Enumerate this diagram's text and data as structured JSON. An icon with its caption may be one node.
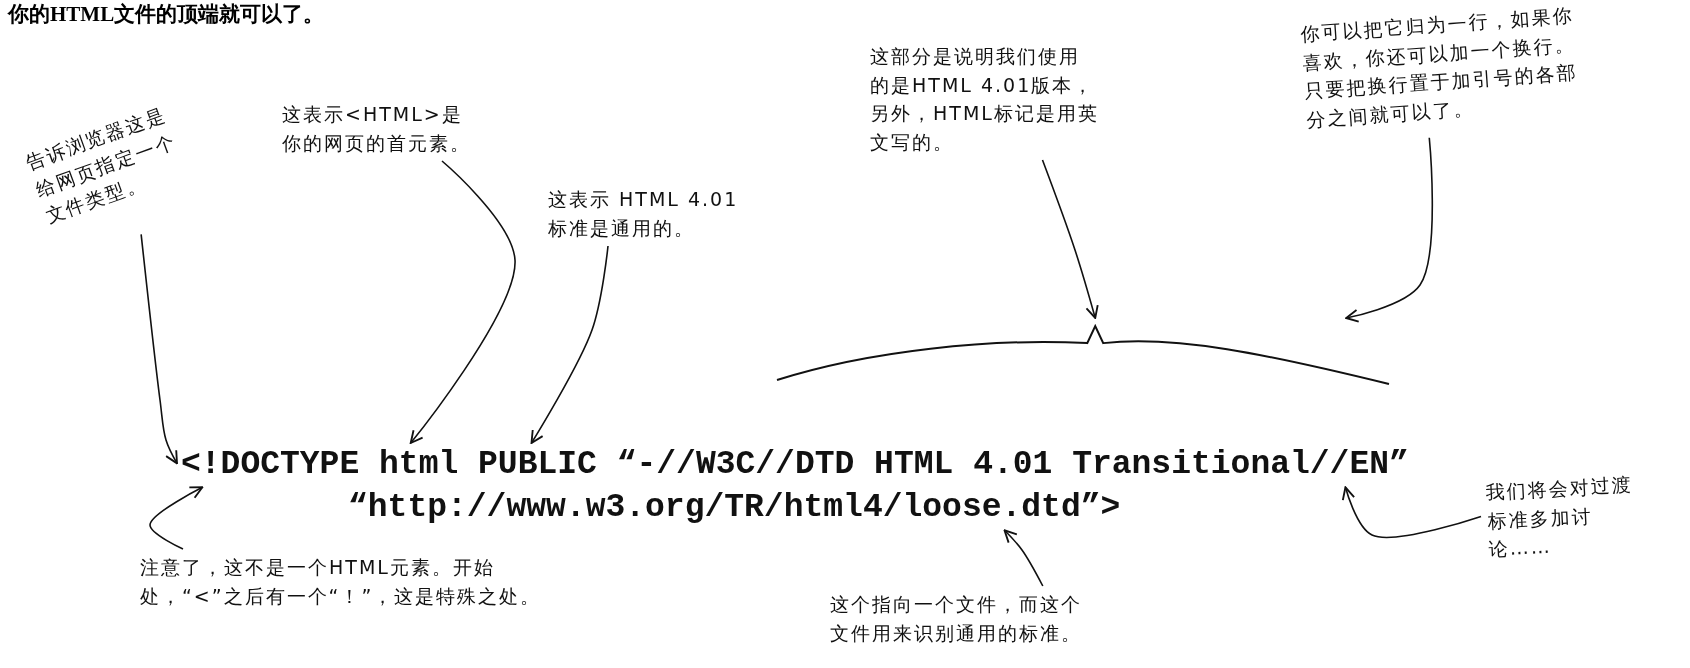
{
  "diagram": {
    "nodes": [
      {
        "text": [
          "告诉浏览器这是给网页指定一个文件类型。"
        ]
      },
      {
        "text": [
          "这表示<HTML>是你的网页的首元素。"
        ]
      },
      {
        "text": [
          "这表示 HTML 4.01标准是通用的。"
        ]
      },
      {
        "text": [
          "这部分是说明我们使用的是HTML 4.01版本，另外，HTML标记是用英文写的。"
        ]
      },
      {
        "text": [
          "你可以把它归为一行，如果你喜欢，你还可以加一个换行。只要把换行置于加引号的各部分之间就可以了。"
        ]
      },
      {
        "text": [],
        "shape": "brace"
      },
      {
        "text": [
          "<!DOCTYPE"
        ]
      },
      {
        "text": [
          "html"
        ]
      },
      {
        "text": [
          "PUBLIC"
        ]
      },
      {
        "text": [
          "“-//W3C//DTD HTML 4.01 Transitional//EN”"
        ]
      },
      {
        "text": [
          "“http://www.w3.org/TR/html4/loose.dtd”>"
        ]
      },
      {
        "text": [
          "注意了，这不是一个HTML元素。开始处，“<”之后有一个“！”，这是特殊之处。"
        ]
      },
      {
        "text": [
          "这个指向一个文件，而这个文件用来识别通用的标准。"
        ]
      },
      {
        "text": [
          "我们将会对过渡标准多加讨论……"
        ]
      }
    ],
    "edges": [
      {
        "from": 0,
        "to": 6,
        "arrow": "to"
      },
      {
        "from": 1,
        "to": 7,
        "arrow": "to"
      },
      {
        "from": 2,
        "to": 8,
        "arrow": "to"
      },
      {
        "from": 3,
        "to": 5,
        "arrow": "to"
      },
      {
        "from": 4,
        "to": 5,
        "arrow": "to"
      },
      {
        "from": 11,
        "to": 6,
        "arrow": "to"
      },
      {
        "from": 12,
        "to": 10,
        "arrow": "to"
      },
      {
        "from": 13,
        "to": 9,
        "arrow": "to"
      }
    ],
    "labels": [
      "你的HTML文件的顶端就可以了。"
    ]
  }
}
